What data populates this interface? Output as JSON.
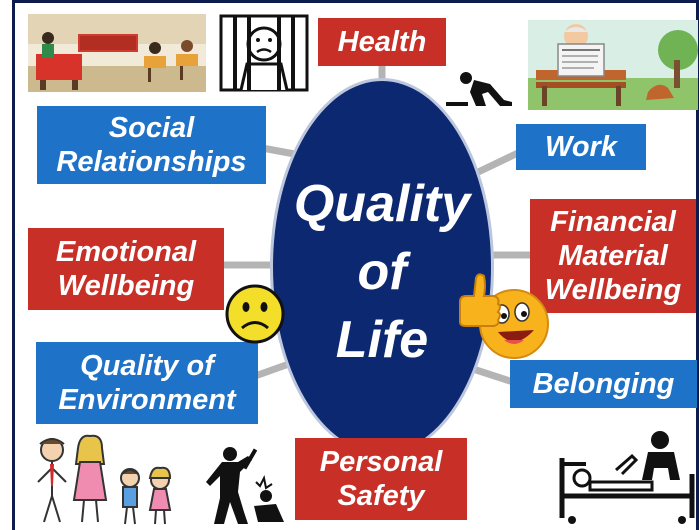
{
  "center": {
    "lines": [
      "Quality",
      "of",
      "Life"
    ]
  },
  "factors": {
    "health": [
      "Health"
    ],
    "social": [
      "Social",
      "Relationships"
    ],
    "work": [
      "Work"
    ],
    "emotional": [
      "Emotional",
      "Wellbeing"
    ],
    "financial": [
      "Financial",
      "Material",
      "Wellbeing"
    ],
    "environment": [
      "Quality of",
      "Environment"
    ],
    "belonging": [
      "Belonging"
    ],
    "safety": [
      "Personal",
      "Safety"
    ]
  },
  "colors": {
    "center_fill": "#0c2870",
    "red_box": "#c72f27",
    "blue_box": "#1e73c8",
    "connector": "#b4b4b4",
    "frame": "#0d1b4d"
  },
  "icons": [
    "classroom-illustration",
    "prisoner-face-icon",
    "fallen-person-icon",
    "elderly-man-reading-newspaper-illustration",
    "sad-face-emoji-icon",
    "thumbs-up-smiley-icon",
    "family-illustration",
    "assault-icon",
    "hospital-bed-icon"
  ]
}
